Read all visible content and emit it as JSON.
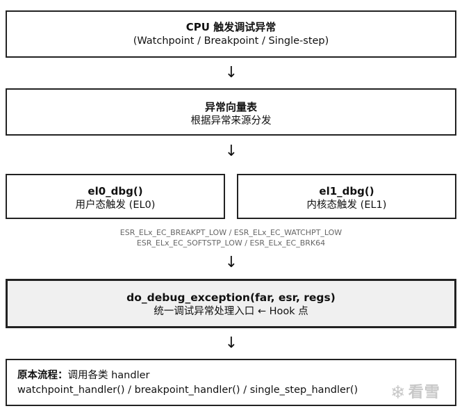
{
  "boxes": {
    "cpu": {
      "title": "CPU 触发调试异常",
      "subtitle": "(Watchpoint / Breakpoint / Single-step)"
    },
    "vector": {
      "title": "异常向量表",
      "subtitle": "根据异常来源分发"
    },
    "el0": {
      "title": "el0_dbg()",
      "subtitle": "用户态触发 (EL0)"
    },
    "el1": {
      "title": "el1_dbg()",
      "subtitle": "内核态触发 (EL1)"
    },
    "do_debug": {
      "title": "do_debug_exception(far, esr, regs)",
      "subtitle": "统一调试异常处理入口 ← Hook 点"
    },
    "original": {
      "label": "原本流程：",
      "line1_rest": "调用各类 handler",
      "line2": "watchpoint_handler() / breakpoint_handler() / single_step_handler()"
    }
  },
  "arrow_glyph": "↓",
  "esr_notes": {
    "line1": "ESR_ELx_EC_BREAKPT_LOW / ESR_ELx_EC_WATCHPT_LOW",
    "line2": "ESR_ELx_EC_SOFTSTP_LOW / ESR_ELx_EC_BRK64"
  },
  "watermark": {
    "icon": "snowflake-icon",
    "text": "看雪"
  }
}
